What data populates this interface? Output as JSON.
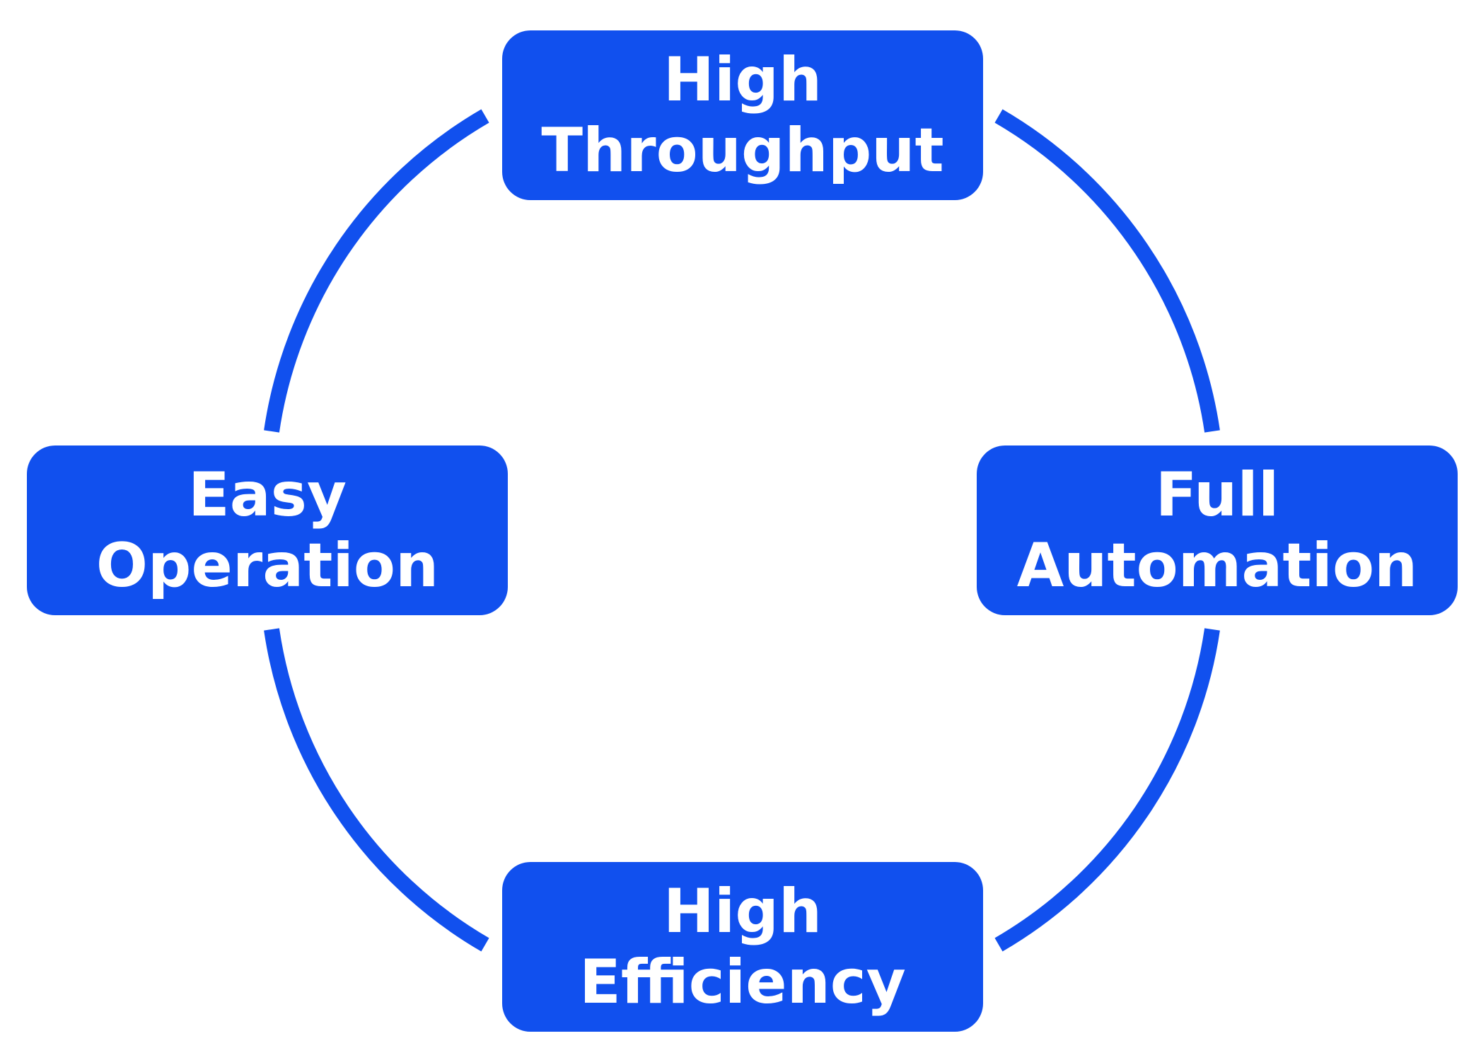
{
  "colors": {
    "accent": "#1150ee",
    "text": "#ffffff",
    "background": "#ffffff"
  },
  "nodes": {
    "top": {
      "line1": "High",
      "line2": "Throughput"
    },
    "left": {
      "line1": "Easy",
      "line2": "Operation"
    },
    "right": {
      "line1": "Full",
      "line2": "Automation"
    },
    "bottom": {
      "line1": "High",
      "line2": "Efficiency"
    }
  }
}
